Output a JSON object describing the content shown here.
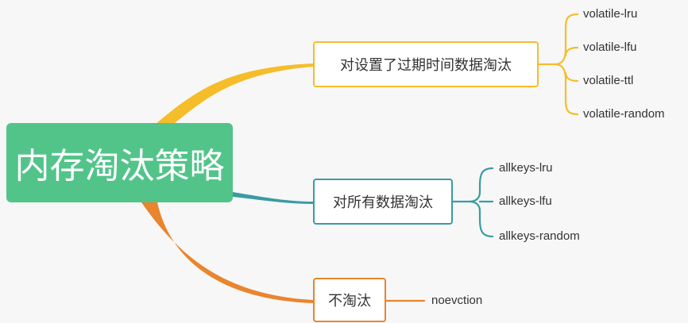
{
  "root": {
    "label": "内存淘汰策略",
    "color": "#52c48a"
  },
  "branches": [
    {
      "label": "对设置了过期时间数据淘汰",
      "color": "#f5bd29",
      "leaves": [
        "volatile-lru",
        "volatile-lfu",
        "volatile-ttl",
        "volatile-random"
      ]
    },
    {
      "label": "对所有数据淘汰",
      "color": "#3a9ba3",
      "leaves": [
        "allkeys-lru",
        "allkeys-lfu",
        "allkeys-random"
      ]
    },
    {
      "label": "不淘汰",
      "color": "#e8852e",
      "leaves": [
        "noevction"
      ]
    }
  ]
}
